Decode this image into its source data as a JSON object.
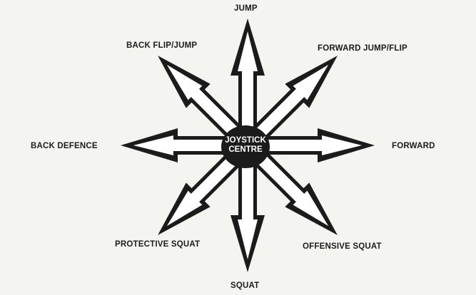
{
  "centre": {
    "line1": "JOYSTICK",
    "line2": "CENTRE"
  },
  "directions": {
    "up": "JUMP",
    "up_right": "FORWARD JUMP/FLIP",
    "right": "FORWARD",
    "down_right": "OFFENSIVE SQUAT",
    "down": "SQUAT",
    "down_left": "PROTECTIVE SQUAT",
    "left": "BACK DEFENCE",
    "up_left": "BACK FLIP/JUMP"
  },
  "colors": {
    "ink": "#1b1b1b",
    "paper": "#f4f4f1"
  }
}
